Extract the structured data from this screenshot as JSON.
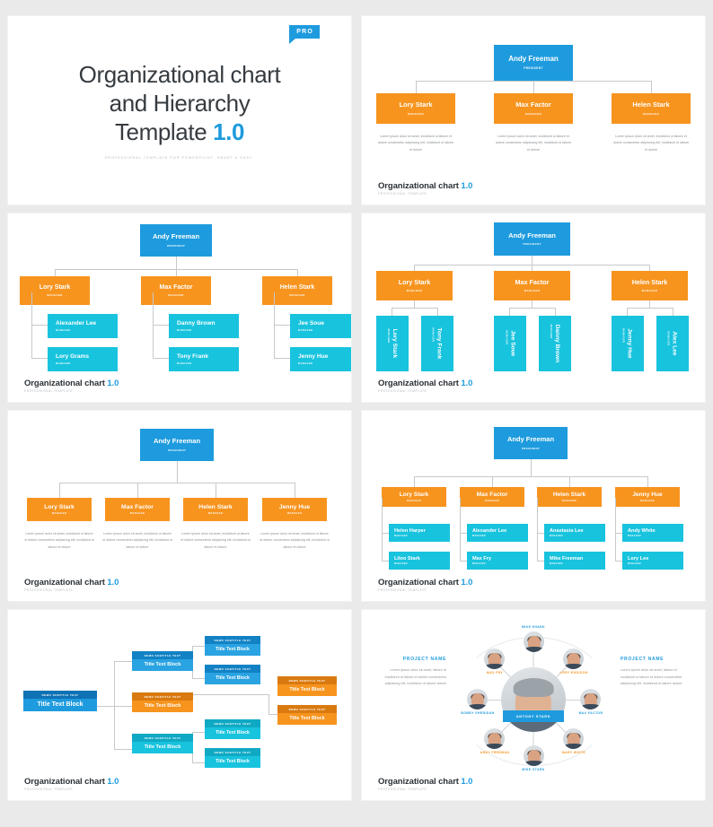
{
  "roles": {
    "president": "PRESIDENT",
    "manager": "MANAGER"
  },
  "footer": {
    "title": "Organizational chart",
    "version": "1.0",
    "subtitle": "PROFESSIONAL TEMPLATE"
  },
  "cover": {
    "line1": "Organizational chart",
    "line2": "and Hierarchy",
    "line3": "Template",
    "version": "1.0",
    "tagline": "PROFESSIONAL TEMPLATE FOR POWERPOINT. SMART & EASY.",
    "badge": "PRO"
  },
  "lorem": "Lorem ipsum dolor sit amet, incididunt ut labore et dolore consectetur adipiscing elit, incididunt ut labore et dolore",
  "slide2": {
    "root": {
      "name": "Andy Freeman",
      "role": "PRESIDENT"
    },
    "managers": [
      {
        "name": "Lory Stark",
        "role": "MANAGER"
      },
      {
        "name": "Max Factor",
        "role": "MANAGER"
      },
      {
        "name": "Helen Stark",
        "role": "MANAGER"
      }
    ]
  },
  "slide3": {
    "root": {
      "name": "Andy Freeman",
      "role": "PRESIDENT"
    },
    "branches": [
      {
        "manager": {
          "name": "Lory Stark",
          "role": "MANAGER"
        },
        "subs": [
          {
            "name": "Alexander Lee",
            "role": "MANAGER"
          },
          {
            "name": "Lory Grams",
            "role": "MANAGER"
          }
        ]
      },
      {
        "manager": {
          "name": "Max Factor",
          "role": "MANAGER"
        },
        "subs": [
          {
            "name": "Danny Brown",
            "role": "MANAGER"
          },
          {
            "name": "Tony Frank",
            "role": "MANAGER"
          }
        ]
      },
      {
        "manager": {
          "name": "Helen Stark",
          "role": "MANAGER"
        },
        "subs": [
          {
            "name": "Jee Soue",
            "role": "MANAGER"
          },
          {
            "name": "Jenny Hue",
            "role": "MANAGER"
          }
        ]
      }
    ]
  },
  "slide4": {
    "root": {
      "name": "Andy Freeman",
      "role": "PRESIDENT"
    },
    "branches": [
      {
        "manager": {
          "name": "Lory Stark",
          "role": "MANAGER"
        },
        "subs": [
          {
            "name": "Lory Stark",
            "role": "MANAGER"
          },
          {
            "name": "Tony Frank",
            "role": "MANAGER"
          }
        ]
      },
      {
        "manager": {
          "name": "Max Factor",
          "role": "MANAGER"
        },
        "subs": [
          {
            "name": "Jee Soue",
            "role": "MANAGER"
          },
          {
            "name": "Danny Brown",
            "role": "MANAGER"
          }
        ]
      },
      {
        "manager": {
          "name": "Helen Stark",
          "role": "MANAGER"
        },
        "subs": [
          {
            "name": "Jenny Hue",
            "role": "MANAGER"
          },
          {
            "name": "Alex Lee",
            "role": "MANAGER"
          }
        ]
      }
    ]
  },
  "slide5": {
    "root": {
      "name": "Andy Freeman",
      "role": "PRESIDENT"
    },
    "managers": [
      {
        "name": "Lory Stark",
        "role": "MANAGER"
      },
      {
        "name": "Max Factor",
        "role": "MANAGER"
      },
      {
        "name": "Helen Stark",
        "role": "MANAGER"
      },
      {
        "name": "Jenny Hue",
        "role": "MANAGER"
      }
    ]
  },
  "slide6": {
    "root": {
      "name": "Andy Freeman",
      "role": "PRESIDENT"
    },
    "branches": [
      {
        "manager": {
          "name": "Lory Stark",
          "role": "MANAGER"
        },
        "subs": [
          {
            "name": "Helen Harper",
            "role": "MANAGER"
          },
          {
            "name": "Liloo Stark",
            "role": "MANAGER"
          }
        ]
      },
      {
        "manager": {
          "name": "Max Factor",
          "role": "MANAGER"
        },
        "subs": [
          {
            "name": "Alexander Lee",
            "role": "MANAGER"
          },
          {
            "name": "Max Fry",
            "role": "MANAGER"
          }
        ]
      },
      {
        "manager": {
          "name": "Helen Stark",
          "role": "MANAGER"
        },
        "subs": [
          {
            "name": "Anastasia Lee",
            "role": "MANAGER"
          },
          {
            "name": "Mike Freeman",
            "role": "MANAGER"
          }
        ]
      },
      {
        "manager": {
          "name": "Jenny Hue",
          "role": "MANAGER"
        },
        "subs": [
          {
            "name": "Andy White",
            "role": "MANAGER"
          },
          {
            "name": "Lory Lee",
            "role": "MANAGER"
          }
        ]
      }
    ]
  },
  "slide7": {
    "subtitle": "DEMO SUBTITLE TEXT",
    "title": "Title Text Block",
    "blocks": [
      {
        "id": "root",
        "color": "dark-blue"
      },
      {
        "id": "b1",
        "color": "blue"
      },
      {
        "id": "b1a",
        "color": "blue"
      },
      {
        "id": "b1b",
        "color": "blue"
      },
      {
        "id": "b2",
        "color": "orange"
      },
      {
        "id": "b3",
        "color": "cyan"
      },
      {
        "id": "b3a",
        "color": "cyan"
      },
      {
        "id": "b3b",
        "color": "cyan"
      },
      {
        "id": "r1",
        "color": "orange"
      },
      {
        "id": "r2",
        "color": "orange"
      }
    ]
  },
  "slide8": {
    "center": {
      "name": "ANTONY STARK"
    },
    "project_left": {
      "heading": "PROJECT NAME",
      "body": "Lorem ipsum dolor sit amet, labore et incididunt ut labore et dolore consectetur adipiscing elit, incididunt ut labore dolore"
    },
    "project_right": {
      "heading": "PROJECT NAME",
      "body": "Lorem ipsum dolor sit amet, labore et incididunt ut labore et dolore consectetur adipiscing elit, incididunt ut labore dolore"
    },
    "people": [
      {
        "name": "MIKE SHARK",
        "color": "#1e9bde"
      },
      {
        "name": "LORY EDDISON",
        "color": "#f7941e"
      },
      {
        "name": "MAX FACTOR",
        "color": "#1e9bde"
      },
      {
        "name": "MARY WHITE",
        "color": "#f7941e"
      },
      {
        "name": "MIKE STARK",
        "color": "#1e9bde"
      },
      {
        "name": "ANDY FREEMAN",
        "color": "#f7941e"
      },
      {
        "name": "BOBBY SHERIDAN",
        "color": "#1e9bde"
      },
      {
        "name": "MAX FRY",
        "color": "#f7941e"
      }
    ]
  },
  "colors": {
    "blue": "#1e9bde",
    "orange": "#f7941e",
    "cyan": "#18c3de",
    "line": "#c6c9cc",
    "text": "#2c3136"
  }
}
